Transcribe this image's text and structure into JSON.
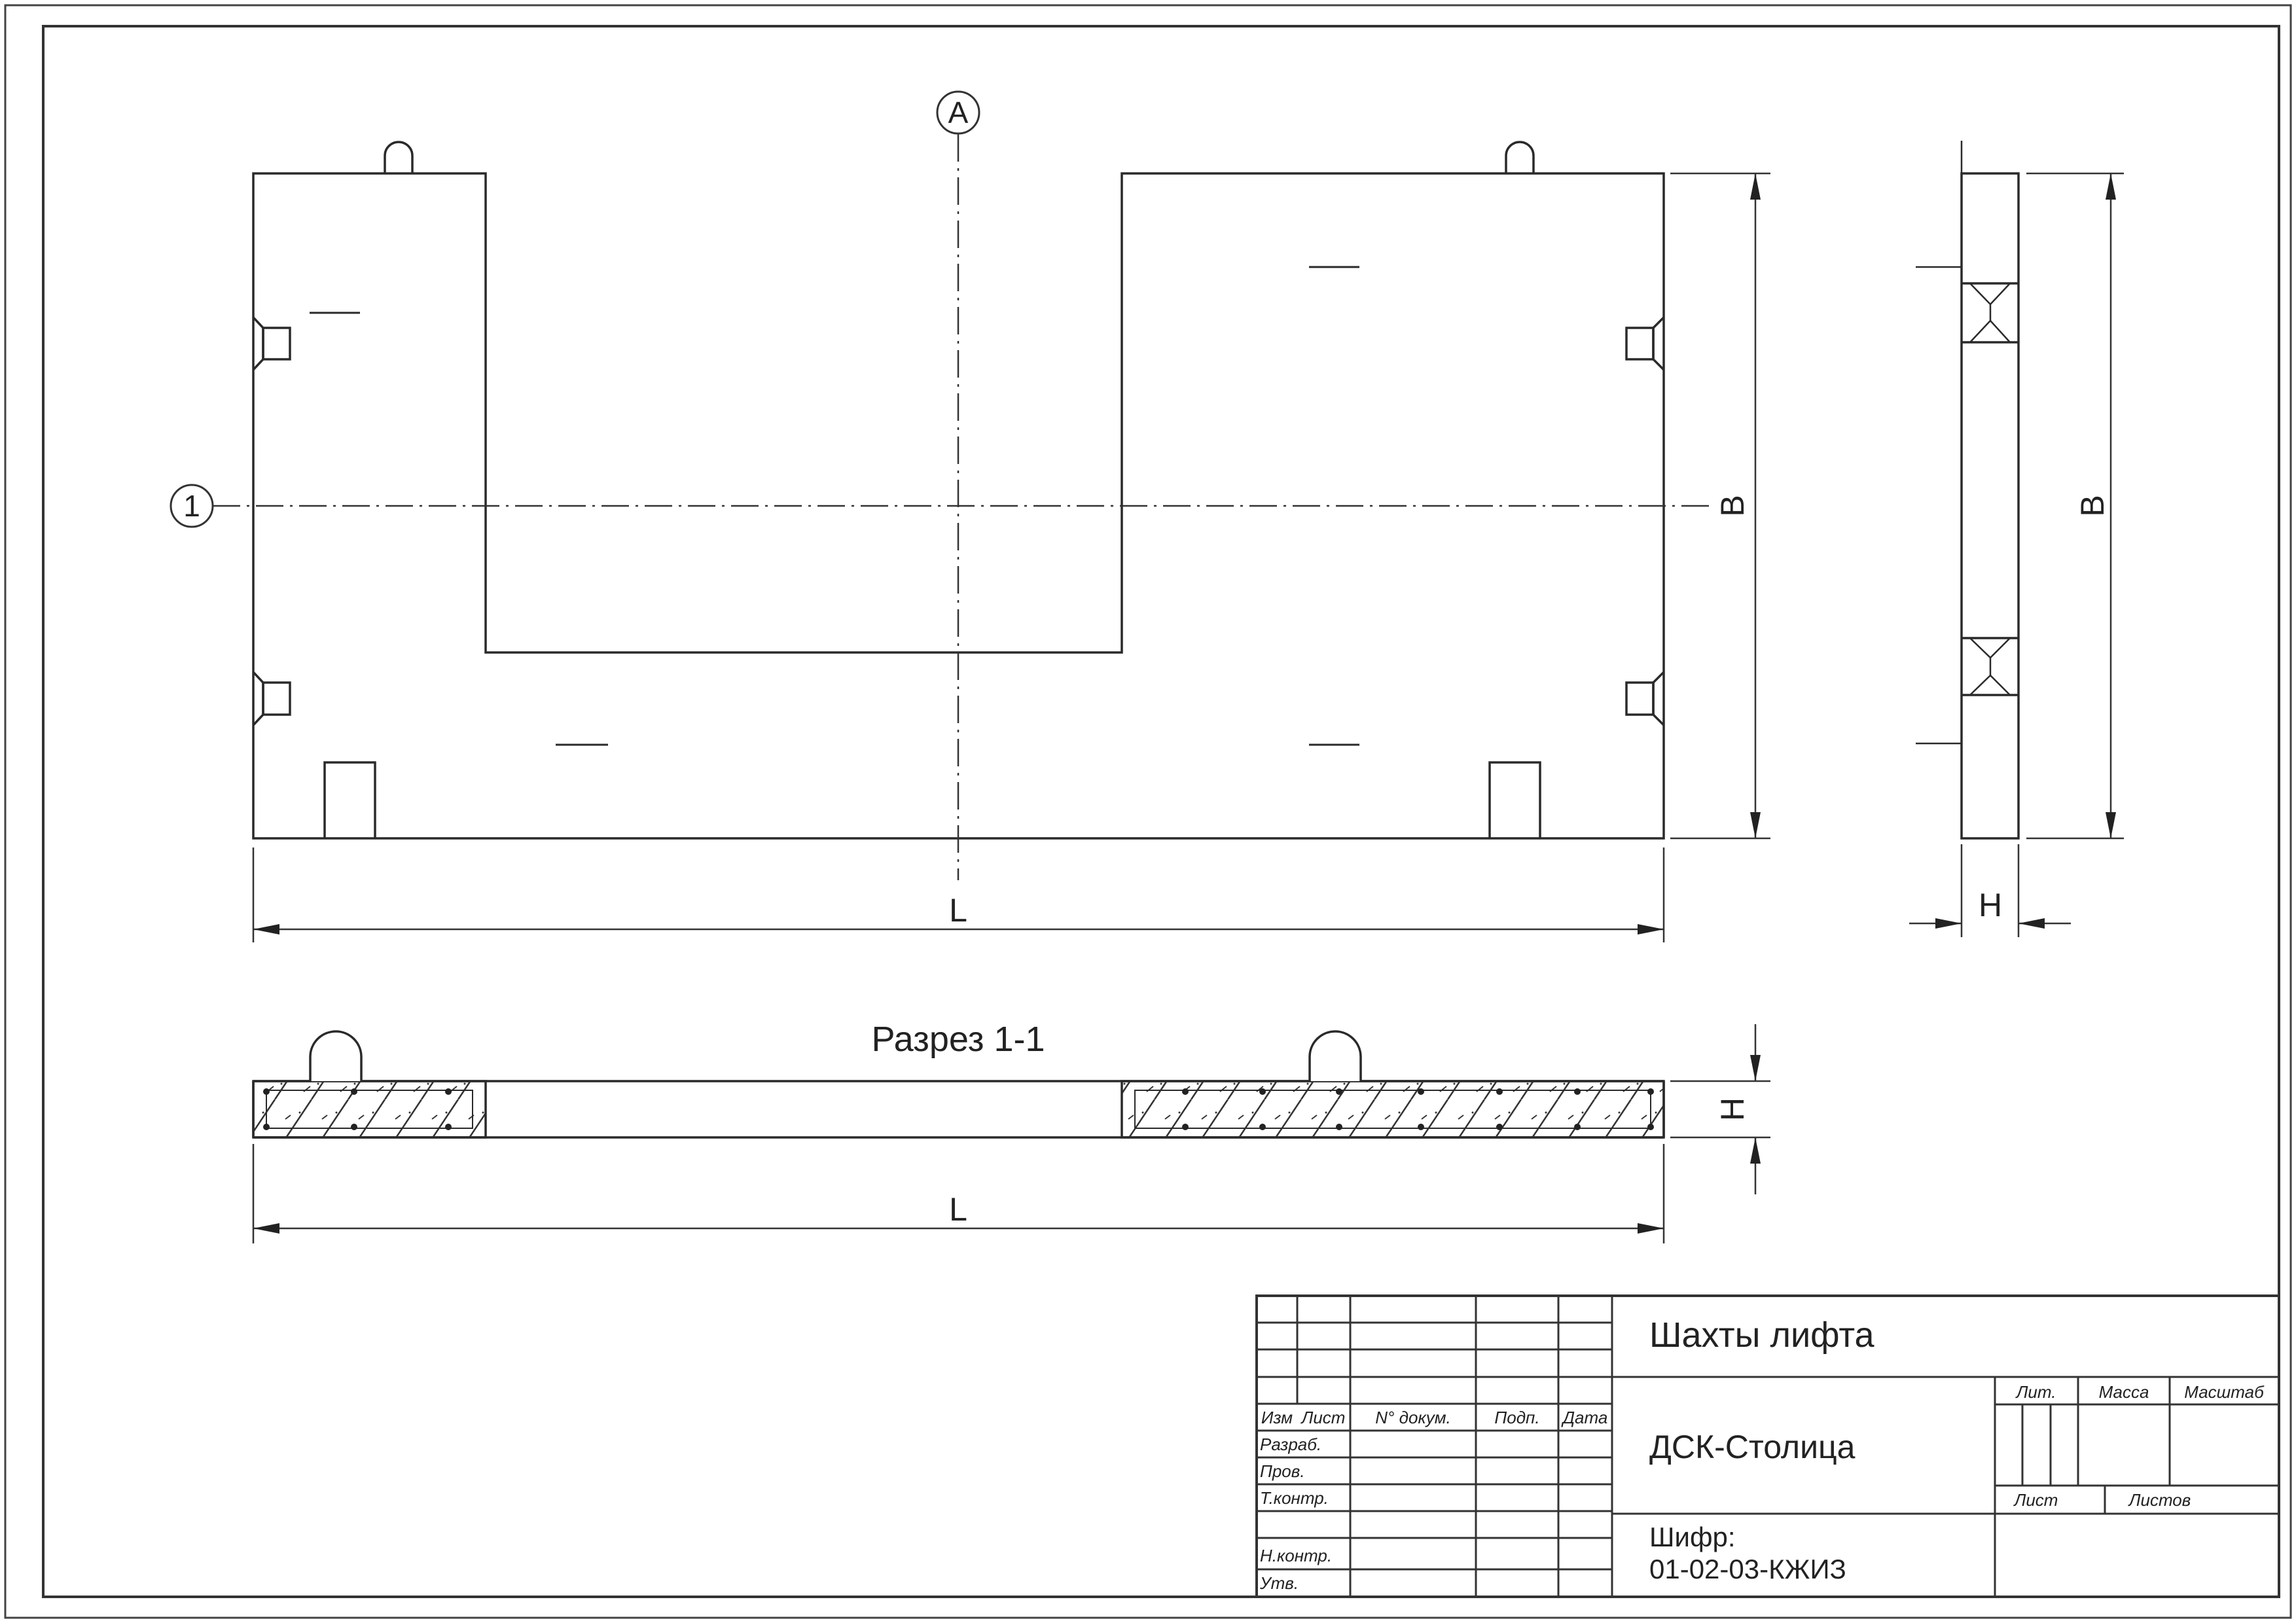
{
  "drawing": {
    "axis_A": "A",
    "axis_1": "1",
    "dim_L": "L",
    "dim_B": "B",
    "dim_H": "H",
    "section_title": "Разрез 1-1"
  },
  "title_block": {
    "headers": {
      "izm": "Изм",
      "list": "Лист",
      "doc_no": "N° докум.",
      "sign": "Подп.",
      "date": "Дата"
    },
    "roles": {
      "developer": "Разраб.",
      "checker": "Пров.",
      "tech_control": "Т.контр.",
      "norm_control": "Н.контр.",
      "approved": "Утв."
    },
    "project_title": "Шахты лифта",
    "organization": "ДСК-Столица",
    "cipher_label": "Шифр:",
    "cipher_value": "01-02-03-КЖИЗ",
    "lit_label": "Лит.",
    "mass_label": "Масса",
    "scale_label": "Масштаб",
    "sheet_label": "Лист",
    "sheets_label": "Листов"
  }
}
